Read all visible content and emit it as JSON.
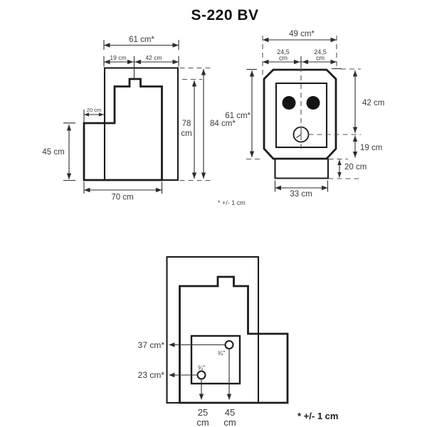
{
  "title": "S-220 BV",
  "side_view": {
    "overall_width": "61 cm*",
    "flue_to_front": "19 cm",
    "flue_to_back": "42 cm",
    "hearth_depth": "20 cm",
    "hearth_height": "45 cm",
    "body_height_value": "78",
    "body_height_unit": "cm",
    "overall_height": "84 cm*",
    "base_depth": "70 cm"
  },
  "front_view": {
    "overall_width": "49 cm*",
    "half_width_left_value": "24,5",
    "half_width_left_unit": "cm",
    "half_width_right_value": "24,5",
    "half_width_right_unit": "cm",
    "body_height": "61 cm*",
    "upper_section_height": "42 cm",
    "lower_section_height": "19 cm",
    "plinth_height": "20 cm",
    "plinth_width": "33 cm",
    "tolerance_note": "* +/- 1 cm"
  },
  "rear_view": {
    "upper_fitting_height": "37 cm*",
    "lower_fitting_height": "23 cm*",
    "upper_fitting_size": "¾\"",
    "lower_fitting_size": "¾\"",
    "lower_fitting_offset_value": "25",
    "lower_fitting_offset_unit": "cm",
    "upper_fitting_offset_value": "45",
    "upper_fitting_offset_unit": "cm",
    "tolerance_note": "* +/- 1 cm"
  }
}
